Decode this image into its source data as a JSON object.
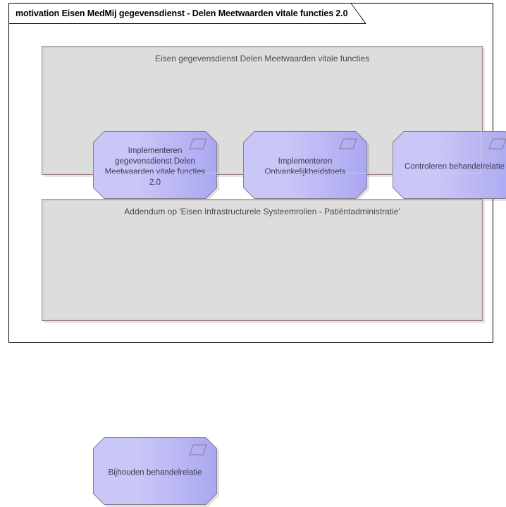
{
  "diagram": {
    "title": "motivation Eisen MedMij gegevensdienst - Delen Meetwaarden vitale functies 2.0",
    "frame_border_color": "#000000",
    "canvas_color": "#ffffff",
    "groups": [
      {
        "id": "eisen-gegevensdienst",
        "label": "Eisen gegevensdienst Delen Meetwaarden vitale functies",
        "fill_color": "#dddddd",
        "border_color": "#9b8287",
        "nodes": [
          {
            "id": "implementeren-gegevensdienst",
            "label": "Implementeren gegevensdienst Delen Meetwaarden vitale functies 2.0",
            "icon": "requirement-parallelogram-icon",
            "type": "Requirement",
            "fill_color": "#c9c7f7",
            "border_color": "#8c7d8e"
          },
          {
            "id": "implementeren-ontvankelijkheidstoets",
            "label": "Implementeren Ontvankelijkheidstoets",
            "icon": "requirement-parallelogram-icon",
            "type": "Requirement",
            "fill_color": "#c9c7f7",
            "border_color": "#8c7d8e"
          },
          {
            "id": "controleren-behandelrelatie",
            "label": "Controleren behandelrelatie",
            "icon": "requirement-parallelogram-icon",
            "type": "Requirement",
            "fill_color": "#c9c7f7",
            "border_color": "#8c7d8e"
          }
        ]
      },
      {
        "id": "addendum",
        "label": "Addendum op 'Eisen Infrastructurele Systeemrollen - Patiëntadministratie'",
        "fill_color": "#dddddd",
        "border_color": "#9b8287",
        "nodes": [
          {
            "id": "bijhouden-behandelrelatie",
            "label": "Bijhouden behandelrelatie",
            "icon": "requirement-parallelogram-icon",
            "type": "Requirement",
            "fill_color": "#c9c7f7",
            "border_color": "#8c7d8e"
          }
        ]
      }
    ]
  }
}
